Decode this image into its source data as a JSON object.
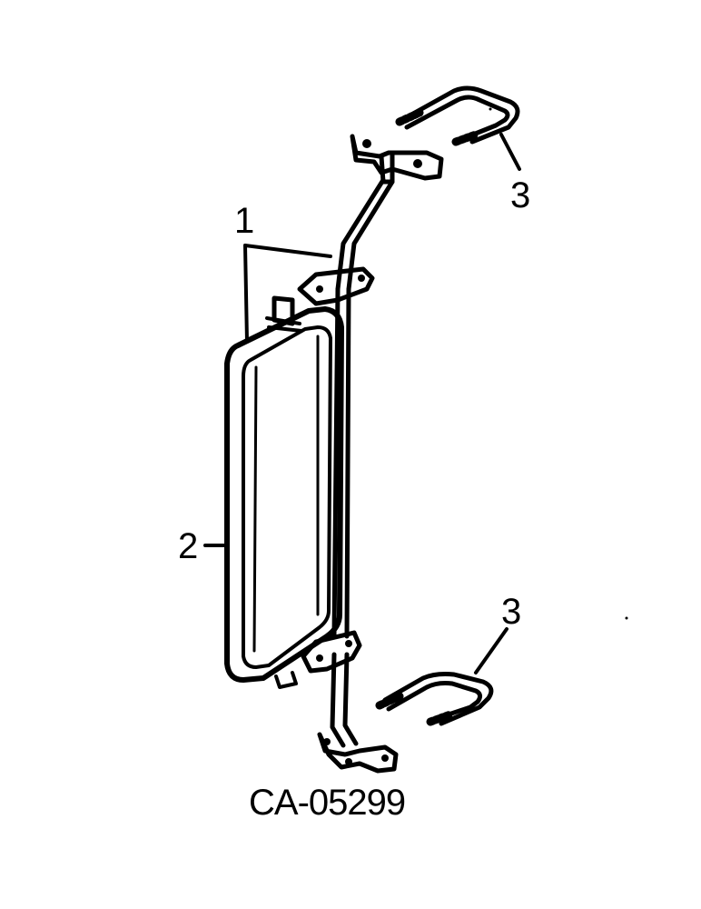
{
  "callouts": {
    "one": "1",
    "two": "2",
    "three_top": "3",
    "three_bottom": "3"
  },
  "drawing_code": "CA-05299",
  "colors": {
    "ink": "#000000",
    "background": "#ffffff"
  }
}
